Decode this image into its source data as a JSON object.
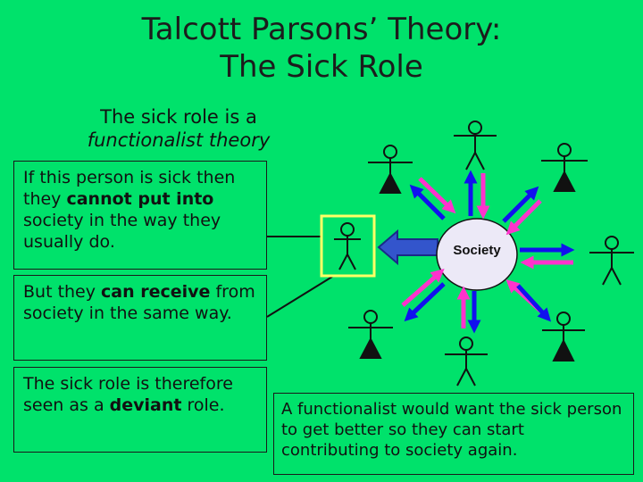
{
  "title": {
    "line1": "Talcott Parsons’ Theory:",
    "line2": "The Sick Role"
  },
  "subtitle": {
    "line1": "The sick role is a",
    "line2": "functionalist theory"
  },
  "box1": {
    "pre": "If this person is sick then they ",
    "bold": "cannot put into",
    "post": " society in the way they usually do."
  },
  "box2": {
    "pre": "But they ",
    "bold": "can receive",
    "post": " from society in the same way."
  },
  "box3": {
    "pre": "The sick role is therefore seen as a ",
    "bold": "deviant",
    "post": " role."
  },
  "box4": {
    "text": "A functionalist would want the sick person to get better so they can start contributing to society again."
  },
  "diagram": {
    "center_label": "Society",
    "colors": {
      "background": "#00e26b",
      "put_in_arrow": "#ff33cc",
      "receive_arrow": "#1111ee",
      "sick_arrow": "#3355cc",
      "highlight_box": "#ffff66",
      "society_fill": "#ece9f7"
    }
  }
}
